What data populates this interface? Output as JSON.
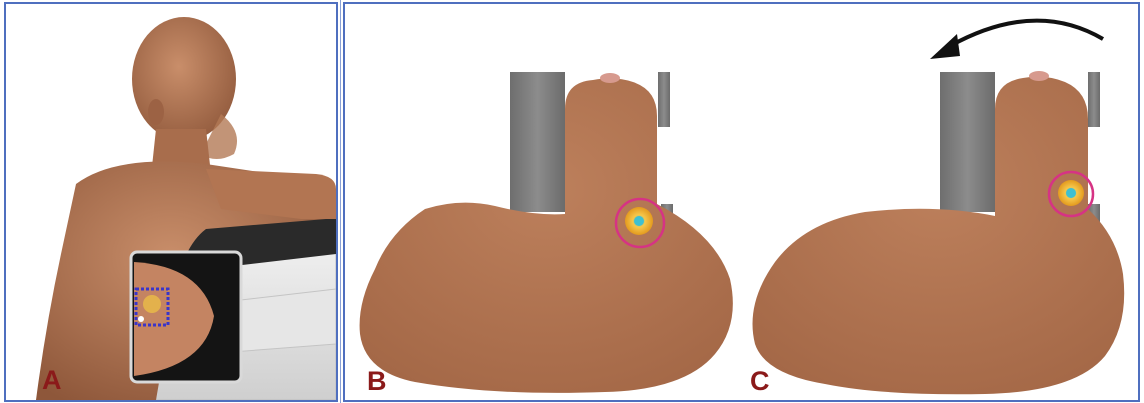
{
  "panels": {
    "a": {
      "label": "A"
    },
    "b": {
      "label": "B"
    },
    "c": {
      "label": "C"
    }
  },
  "colors": {
    "frame": "#4f6fbf",
    "label": "#8b1a1a",
    "skin": "#b27552",
    "plate": "#7c7c7c",
    "lesion_ring": "#d63384",
    "lesion_core": "#f0b429",
    "lesion_center": "#39b7c9"
  },
  "icons": {
    "rotation": "curved-arrow-icon"
  }
}
